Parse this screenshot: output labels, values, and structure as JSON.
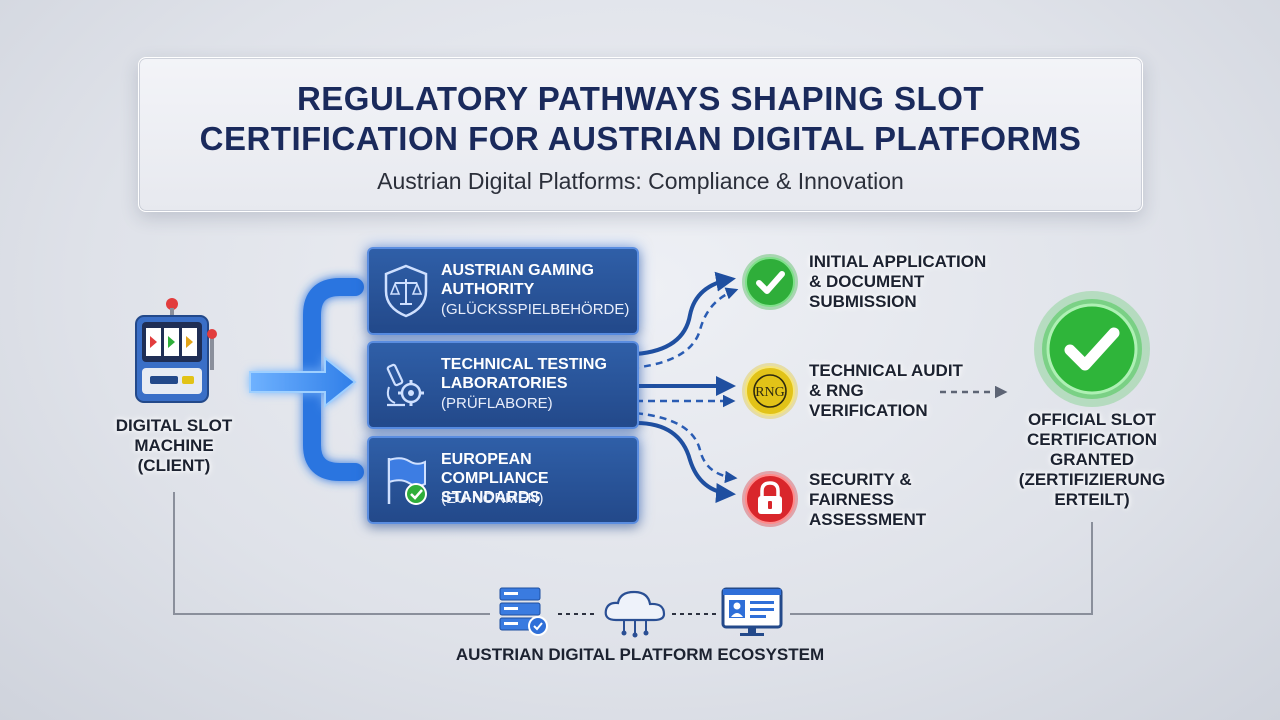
{
  "header": {
    "title_line1": "REGULATORY PATHWAYS SHAPING SLOT",
    "title_line2": "CERTIFICATION FOR AUSTRIAN DIGITAL PLATFORMS",
    "subtitle": "Austrian Digital Platforms: Compliance & Innovation"
  },
  "client": {
    "line1": "DIGITAL SLOT",
    "line2": "MACHINE",
    "line3": "(CLIENT)"
  },
  "authorities": [
    {
      "title1": "AUSTRIAN GAMING",
      "title2": "AUTHORITY",
      "sub": "(GLÜCKSSPIELBEHÖRDE)",
      "icon": "shield-scales-icon"
    },
    {
      "title1": "TECHNICAL TESTING",
      "title2": "LABORATORIES",
      "sub": "(PRÜFLABORE)",
      "icon": "microscope-gear-icon"
    },
    {
      "title1": "EUROPEAN",
      "title2": "COMPLIANCE STANDARDS",
      "sub": "(EU-NORMEN)",
      "icon": "eu-flag-check-icon"
    }
  ],
  "steps": [
    {
      "line1": "INITIAL APPLICATION",
      "line2": "& DOCUMENT",
      "line3": "SUBMISSION",
      "icon": "check-icon",
      "color": "#2fae3a"
    },
    {
      "line1": "TECHNICAL AUDIT",
      "line2": "& RNG",
      "line3": "VERIFICATION",
      "icon": "rng-icon",
      "icon_text": "RNG",
      "color": "#e2c318"
    },
    {
      "line1": "SECURITY &",
      "line2": "FAIRNESS",
      "line3": "ASSESSMENT",
      "icon": "lock-icon",
      "color": "#d9262b"
    }
  ],
  "result": {
    "line1": "OFFICIAL SLOT",
    "line2": "CERTIFICATION",
    "line3": "GRANTED",
    "line4": "(ZERTIFIZIERUNG",
    "line5": "ERTEILT)",
    "color": "#34c43e"
  },
  "ecosystem": {
    "label": "AUSTRIAN DIGITAL PLATFORM ECOSYSTEM",
    "icons": [
      "server-stack-icon",
      "cloud-network-icon",
      "monitor-profile-icon"
    ]
  },
  "colors": {
    "navy": "#1a2a5c",
    "accent_blue": "#2f6fd8",
    "arrow_dark": "#1f4fa0"
  }
}
